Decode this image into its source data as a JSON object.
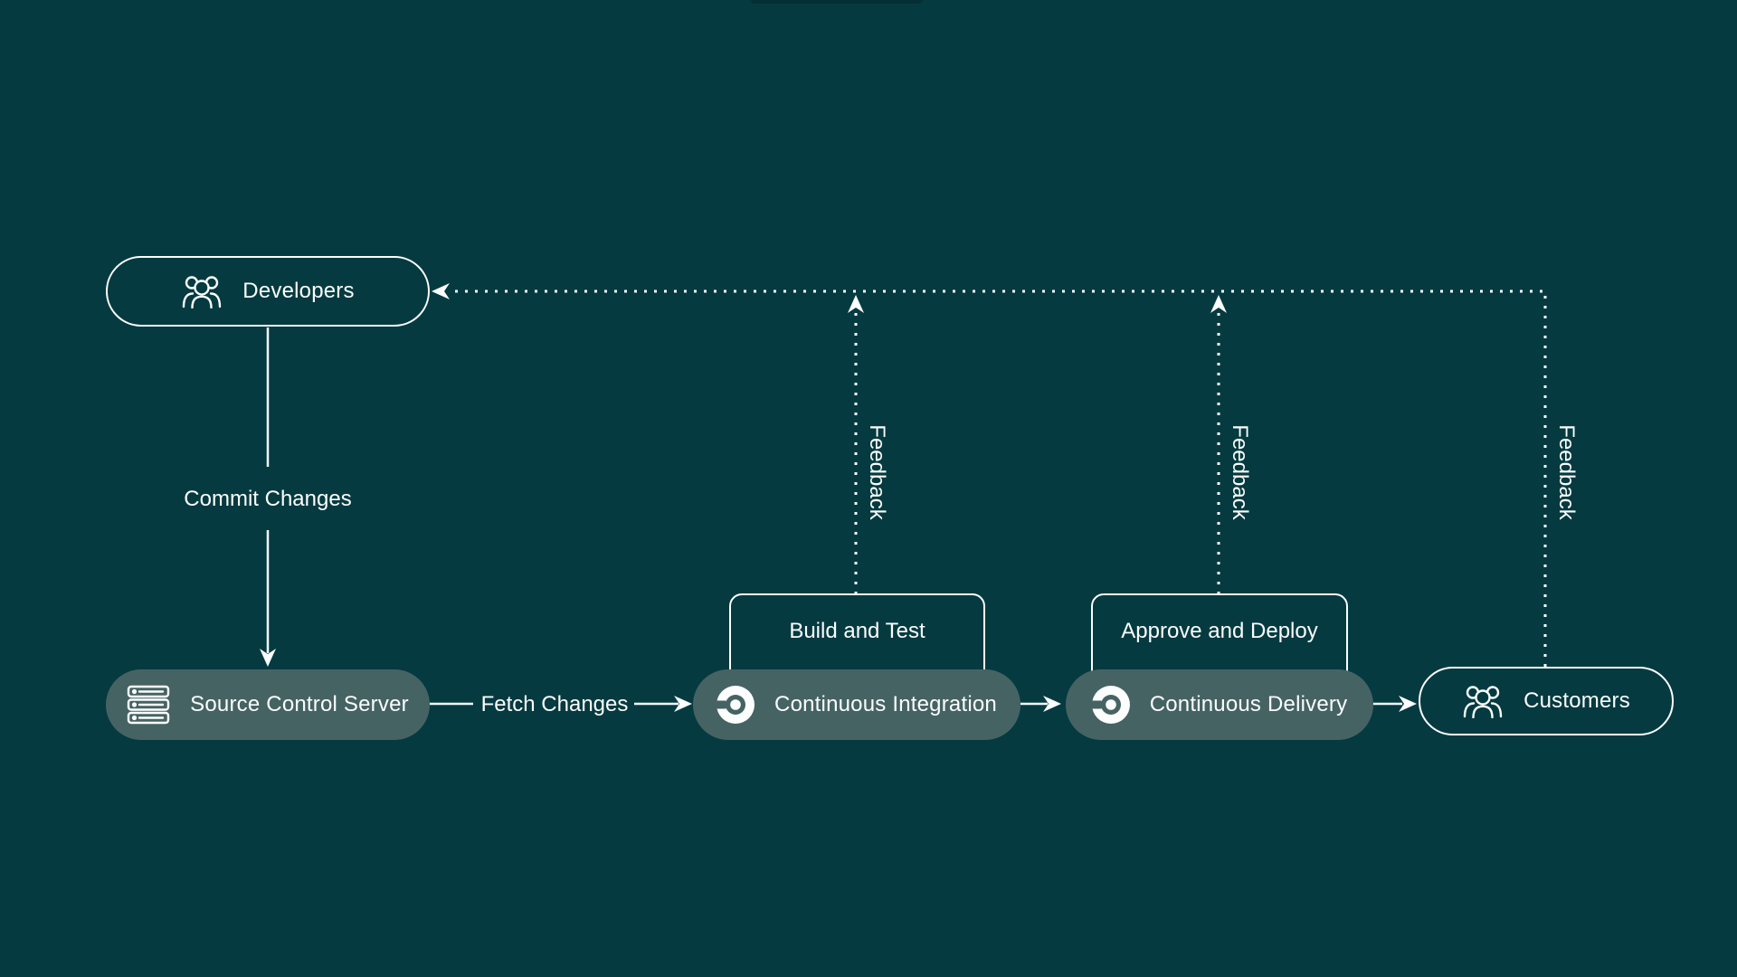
{
  "diagram": {
    "type": "flowchart",
    "theme": {
      "background_color": "#053a40",
      "node_fill_color": "#466364",
      "stroke_color": "#fcfefe",
      "text_color": "#fafdfd"
    },
    "nodes": {
      "developers": {
        "label": "Developers",
        "icon": "people-group",
        "shape": "pill-outline"
      },
      "source_control": {
        "label": "Source Control Server",
        "icon": "server-stack",
        "shape": "pill-filled"
      },
      "ci": {
        "label": "Continuous Integration",
        "icon": "circleci-logo",
        "shape": "pill-filled"
      },
      "cd": {
        "label": "Continuous Delivery",
        "icon": "circleci-logo",
        "shape": "pill-filled"
      },
      "customers": {
        "label": "Customers",
        "icon": "people-group",
        "shape": "pill-outline"
      },
      "build_test": {
        "label": "Build and Test",
        "shape": "rounded-rect-outline"
      },
      "approve_deploy": {
        "label": "Approve and Deploy",
        "shape": "rounded-rect-outline"
      }
    },
    "edges": {
      "commit": {
        "from": "developers",
        "to": "source_control",
        "label": "Commit Changes",
        "style": "solid-arrow"
      },
      "fetch": {
        "from": "source_control",
        "to": "ci",
        "label": "Fetch Changes",
        "style": "solid-arrow"
      },
      "ci_to_cd": {
        "from": "ci",
        "to": "cd",
        "label": "",
        "style": "solid-arrow"
      },
      "cd_to_customers": {
        "from": "cd",
        "to": "customers",
        "label": "",
        "style": "solid-arrow"
      },
      "feedback_ci": {
        "from": "build_test",
        "to": "developers",
        "label": "Feedback",
        "style": "dotted-arrow"
      },
      "feedback_cd": {
        "from": "approve_deploy",
        "to": "developers",
        "label": "Feedback",
        "style": "dotted-arrow"
      },
      "feedback_customers": {
        "from": "customers",
        "to": "developers",
        "label": "Feedback",
        "style": "dotted-arrow"
      }
    }
  }
}
